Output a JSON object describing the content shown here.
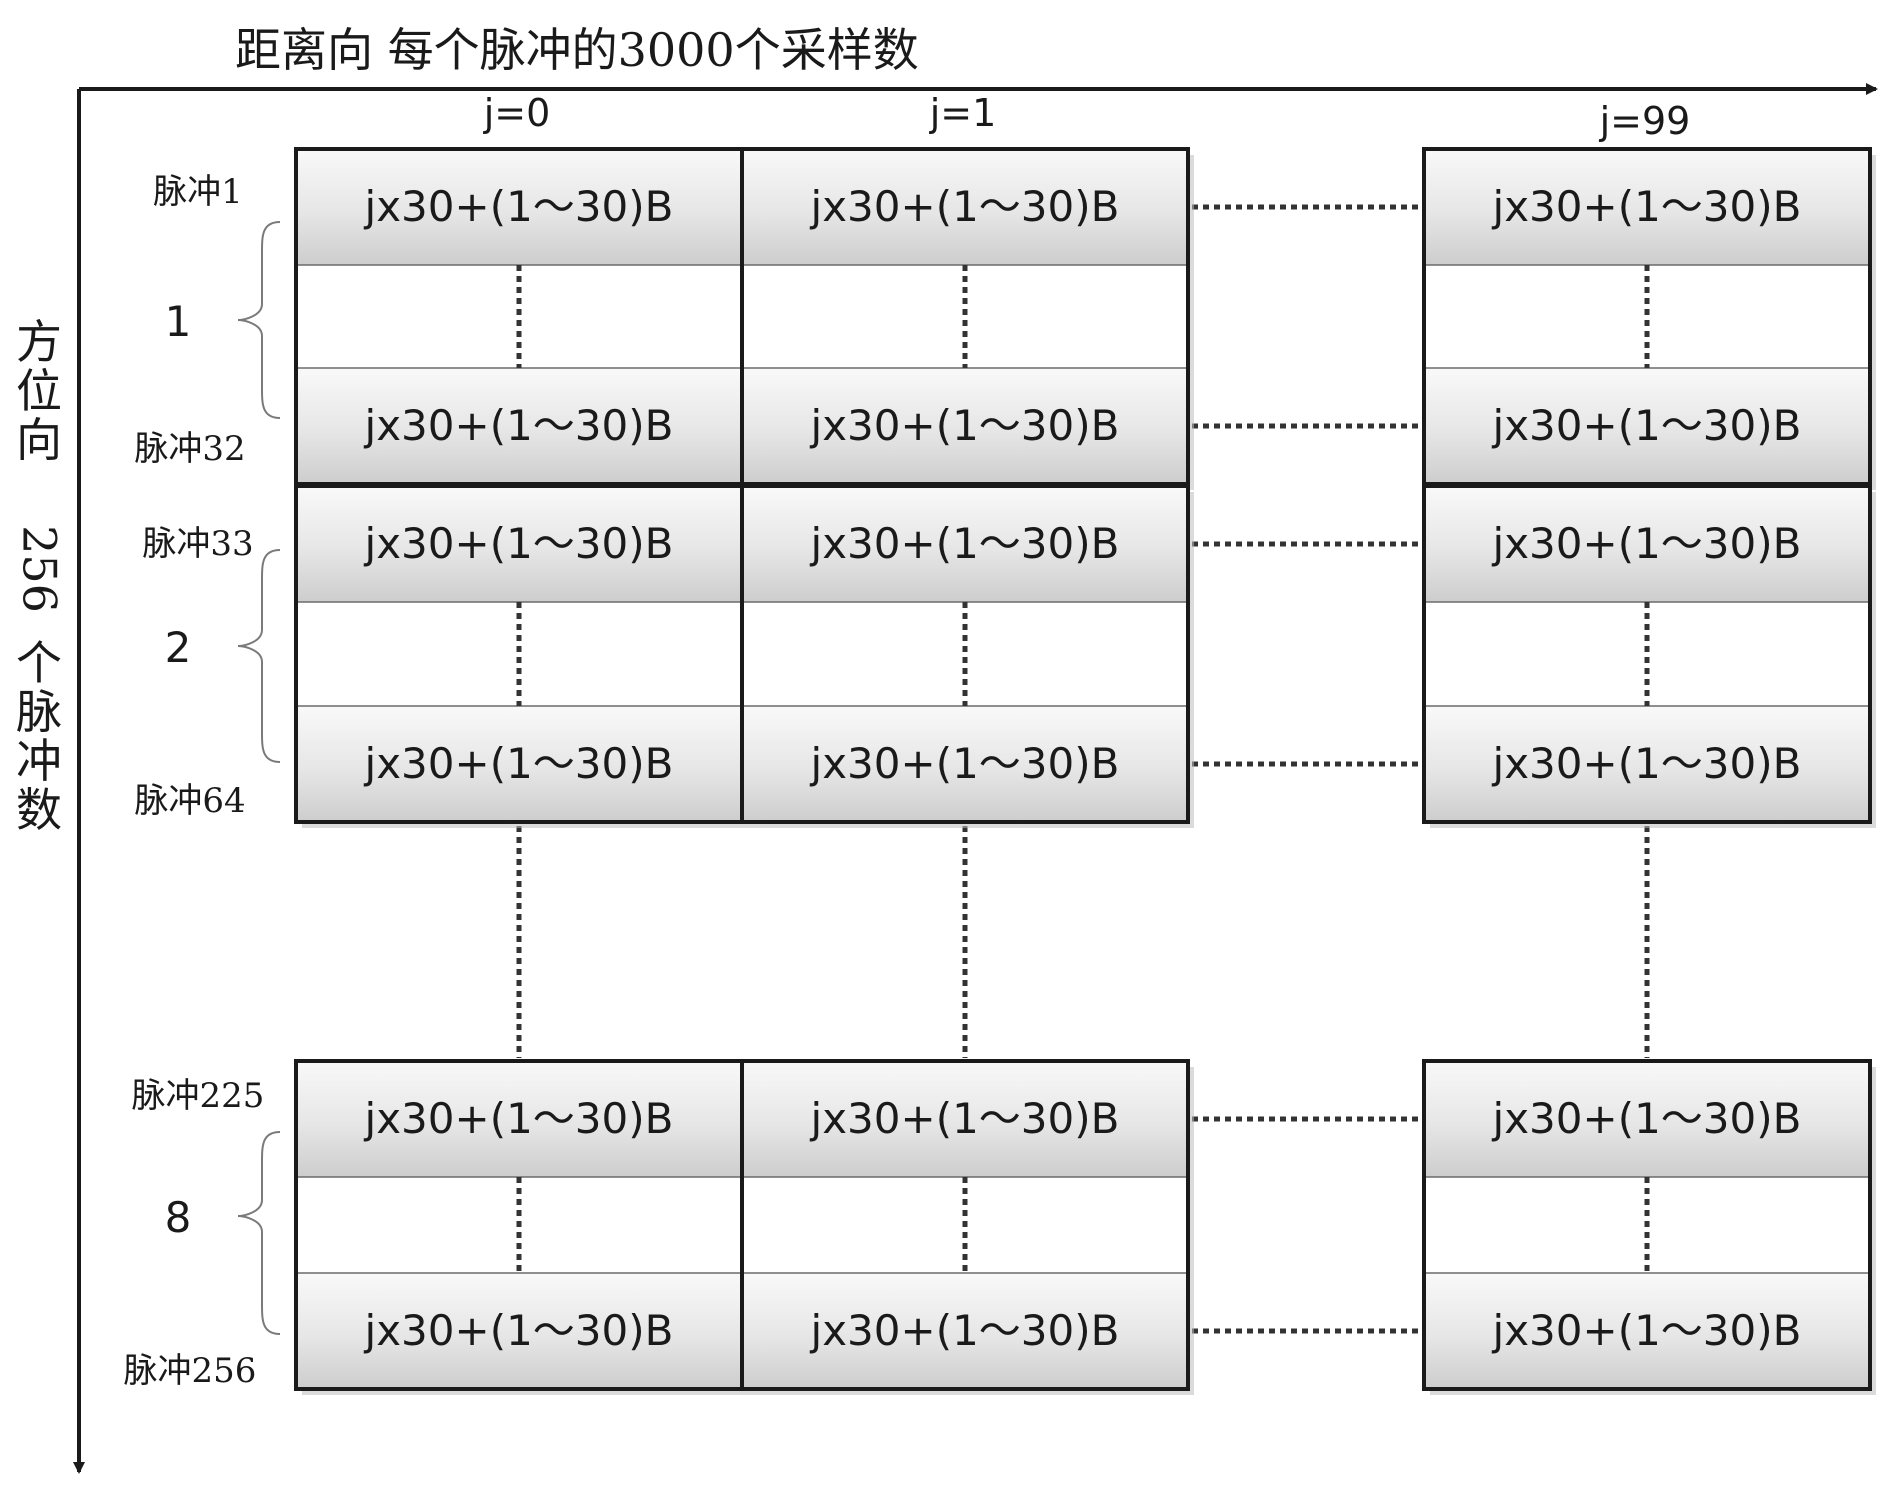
{
  "axis": {
    "range_label": "距离向  每个脉冲的3000个采样数",
    "azimuth_chars": [
      "方",
      "位",
      "向"
    ],
    "azimuth_count_number": "256",
    "azimuth_count_chars": [
      "个",
      "脉",
      "冲",
      "数"
    ]
  },
  "column_labels": [
    "j=0",
    "j=1",
    "j=99"
  ],
  "groups": [
    {
      "name": "1",
      "pulse_start": "脉冲1",
      "pulse_end": "脉冲32"
    },
    {
      "name": "2",
      "pulse_start": "脉冲33",
      "pulse_end": "脉冲64"
    },
    {
      "name": "8",
      "pulse_start": "脉冲225",
      "pulse_end": "脉冲256"
    }
  ],
  "cell_text": "jx30+(1～30)B"
}
